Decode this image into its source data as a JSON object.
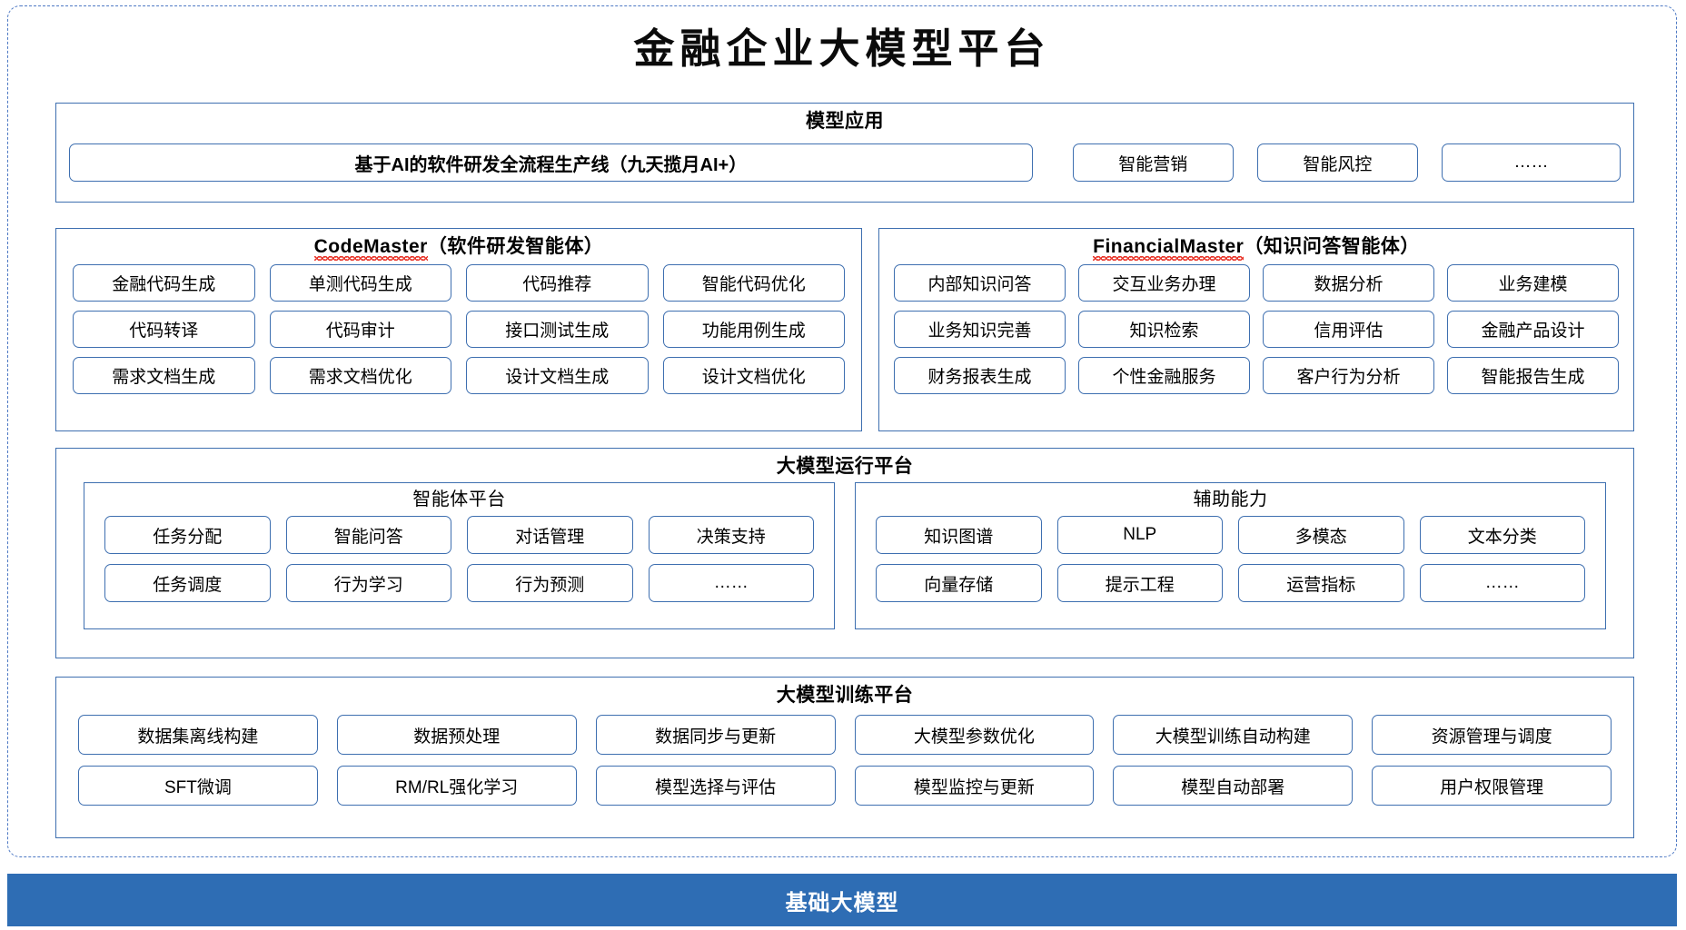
{
  "page": {
    "title": "金融企业大模型平台",
    "accent_border": "#3E6FB0",
    "dashed_border": "#4E79C4",
    "base_bar_color": "#2E6DB4",
    "spellcheck_underline_color": "#E8352A"
  },
  "model_application": {
    "title": "模型应用",
    "primary": "基于AI的软件研发全流程生产线（九天揽月AI+）",
    "items": [
      "智能营销",
      "智能风控",
      "……"
    ]
  },
  "agents": [
    {
      "name_en": "CodeMaster",
      "name_cn": "（软件研发智能体）",
      "spellcheck_flagged": true,
      "items": [
        "金融代码生成",
        "单测代码生成",
        "代码推荐",
        "智能代码优化",
        "代码转译",
        "代码审计",
        "接口测试生成",
        "功能用例生成",
        "需求文档生成",
        "需求文档优化",
        "设计文档生成",
        "设计文档优化"
      ]
    },
    {
      "name_en": "FinancialMaster",
      "name_cn": "（知识问答智能体）",
      "spellcheck_flagged": true,
      "items": [
        "内部知识问答",
        "交互业务办理",
        "数据分析",
        "业务建模",
        "业务知识完善",
        "知识检索",
        "信用评估",
        "金融产品设计",
        "财务报表生成",
        "个性金融服务",
        "客户行为分析",
        "智能报告生成"
      ]
    }
  ],
  "runtime_platform": {
    "title": "大模型运行平台",
    "subpanels": [
      {
        "title": "智能体平台",
        "items": [
          "任务分配",
          "智能问答",
          "对话管理",
          "决策支持",
          "任务调度",
          "行为学习",
          "行为预测",
          "……"
        ]
      },
      {
        "title": "辅助能力",
        "items": [
          "知识图谱",
          "NLP",
          "多模态",
          "文本分类",
          "向量存储",
          "提示工程",
          "运营指标",
          "……"
        ]
      }
    ]
  },
  "training_platform": {
    "title": "大模型训练平台",
    "items": [
      "数据集离线构建",
      "数据预处理",
      "数据同步与更新",
      "大模型参数优化",
      "大模型训练自动构建",
      "资源管理与调度",
      "SFT微调",
      "RM/RL强化学习",
      "模型选择与评估",
      "模型监控与更新",
      "模型自动部署",
      "用户权限管理"
    ]
  },
  "base_model": {
    "label": "基础大模型"
  }
}
